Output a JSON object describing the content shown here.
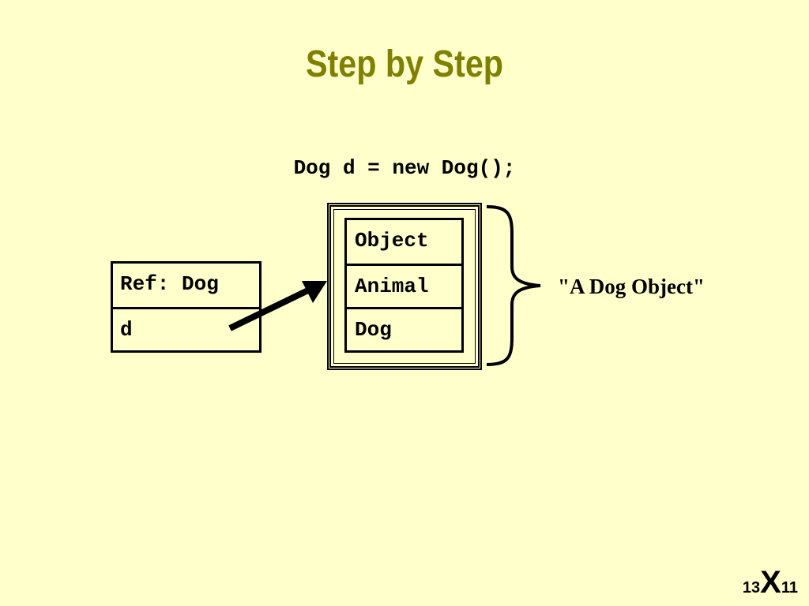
{
  "slide": {
    "title": "Step by Step",
    "code": "Dog d = new Dog();"
  },
  "reference": {
    "type_label": "Ref: Dog",
    "variable": "d"
  },
  "object": {
    "layers": [
      "Object",
      "Animal",
      "Dog"
    ],
    "label": "\"A Dog Object\""
  },
  "logo": {
    "left": "13",
    "mark": "X",
    "right": "11"
  }
}
